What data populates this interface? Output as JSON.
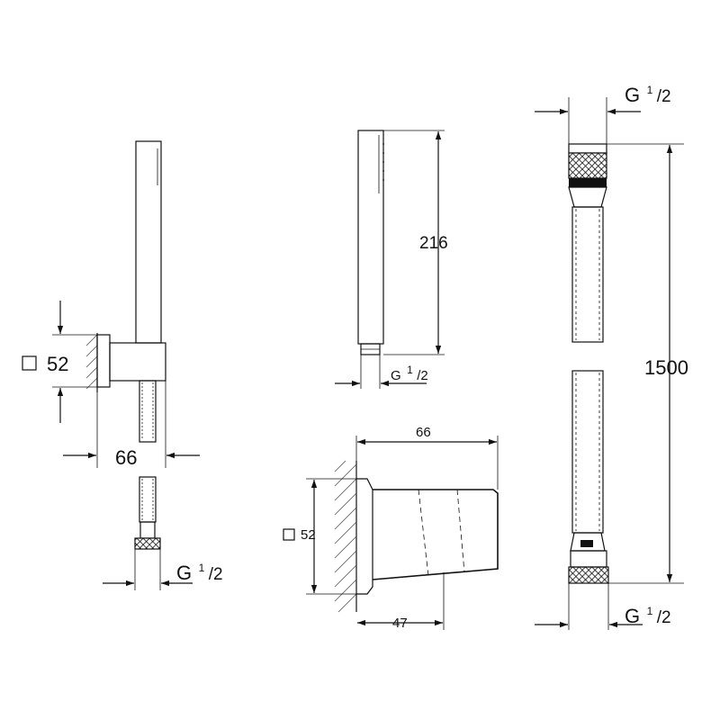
{
  "labels": {
    "view1": {
      "square_value": "52",
      "width_value": "66",
      "thread_main": "G",
      "thread_num": "1",
      "thread_den": "/2"
    },
    "view2": {
      "length_value": "216",
      "thread_main": "G",
      "thread_num": "1",
      "thread_den": "/2"
    },
    "view3": {
      "top_width": "66",
      "square_value": "52",
      "bottom_width": "47"
    },
    "view4": {
      "length_value": "1500",
      "thread_top_main": "G",
      "thread_top_num": "1",
      "thread_top_den": "/2",
      "thread_bottom_main": "G",
      "thread_bottom_num": "1",
      "thread_bottom_den": "/2"
    }
  },
  "icons": [
    "square-icon",
    "arrow-icon"
  ]
}
